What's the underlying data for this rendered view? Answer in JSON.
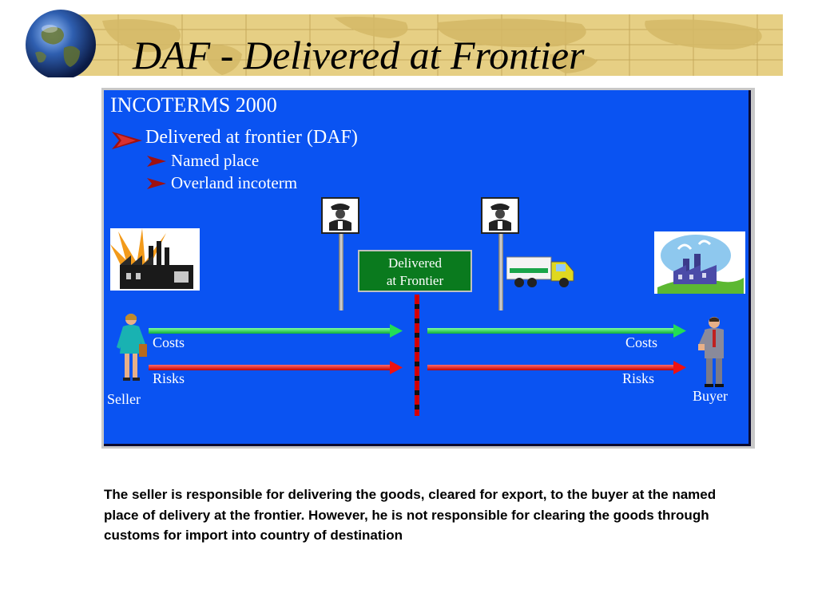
{
  "slide": {
    "title": "DAF - Delivered at Frontier",
    "panel": {
      "heading": "INCOTERMS 2000",
      "main_bullet": "Delivered at frontier (DAF)",
      "sub_bullets": [
        "Named place",
        "Overland incoterm"
      ],
      "delivered_box": {
        "line1": "Delivered",
        "line2": "at Frontier"
      },
      "left_costs": "Costs",
      "left_risks": "Risks",
      "right_costs": "Costs",
      "right_risks": "Risks",
      "seller_label": "Seller",
      "buyer_label": "Buyer"
    },
    "body_text": "The seller is responsible for delivering the goods, cleared for export, to the buyer at the named place of delivery at the frontier.  However, he is not responsible for clearing the goods through customs for import into country of destination",
    "colors": {
      "panel_blue": "#0a53f2",
      "costs_arrow": "#22dd55",
      "risks_arrow": "#ee1111",
      "box_green": "#0a7a1e",
      "bullet_red": "#a01010"
    },
    "icons": [
      "globe-icon",
      "world-map-background",
      "factory-icon",
      "customs-officer-sign-icon",
      "truck-icon",
      "buyer-factory-icon",
      "seller-person-icon",
      "buyer-person-icon"
    ]
  }
}
